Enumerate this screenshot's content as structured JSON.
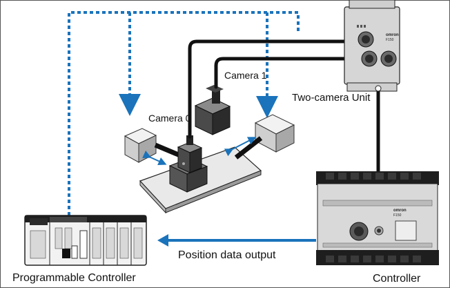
{
  "labels": {
    "camera0": "Camera 0",
    "camera1": "Camera 1",
    "two_camera_unit": "Two-camera Unit",
    "position_output": "Position data output",
    "plc": "Programmable Controller",
    "controller": "Controller"
  },
  "device_text": {
    "brand": "omron",
    "model": "F150"
  },
  "colors": {
    "link_blue": "#1a73bb",
    "cable": "#111111",
    "stage_plate": "#e9e9e9"
  }
}
